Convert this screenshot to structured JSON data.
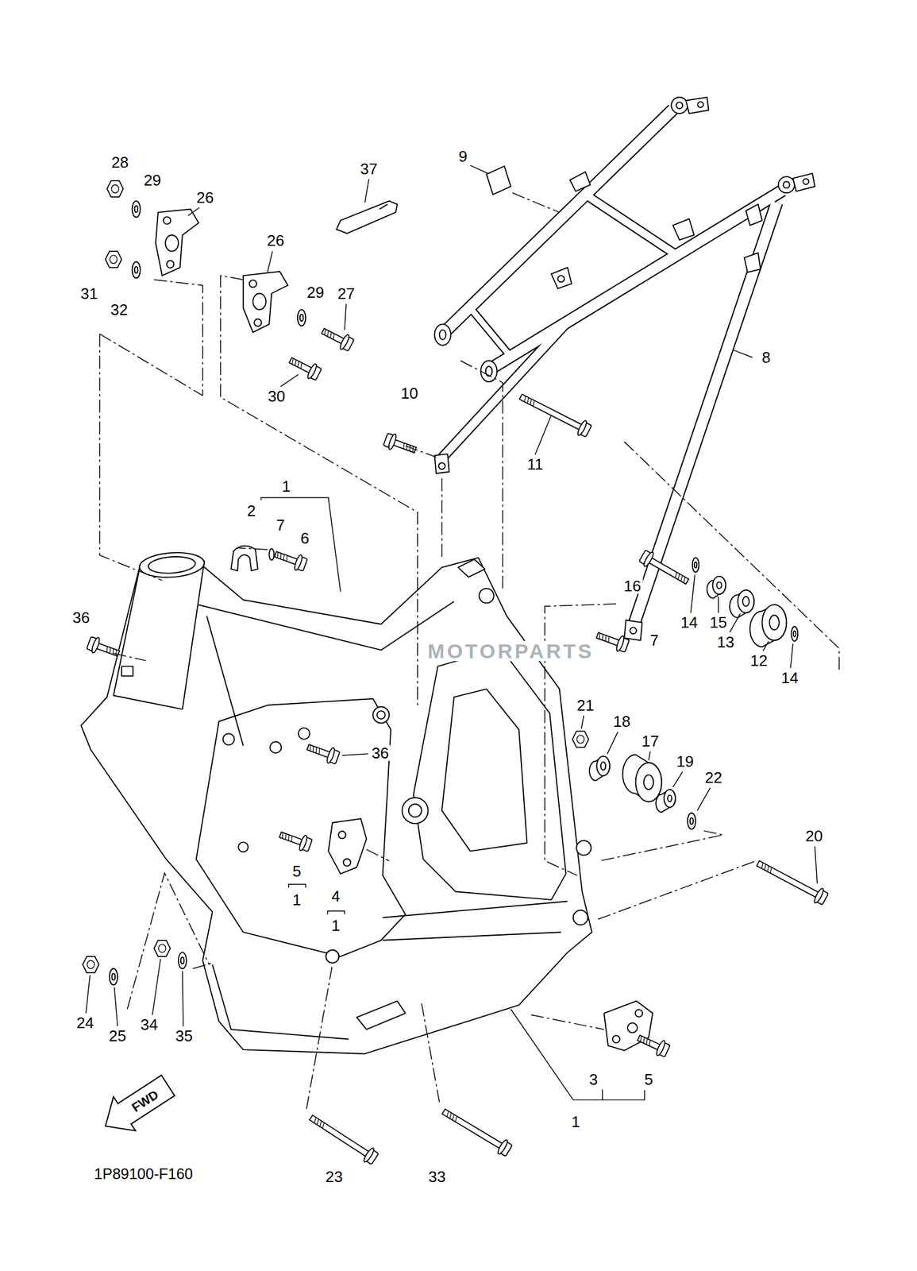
{
  "diagram": {
    "labels": [
      "28",
      "29",
      "26",
      "37",
      "9",
      "26",
      "31",
      "29",
      "27",
      "32",
      "8",
      "10",
      "30",
      "11",
      "1",
      "2",
      "7",
      "6",
      "16",
      "14",
      "15",
      "36",
      "7",
      "13",
      "12",
      "14",
      "MOTORPARTS",
      "21",
      "18",
      "17",
      "36",
      "19",
      "22",
      "20",
      "5",
      "4",
      "1",
      "1",
      "24",
      "34",
      "35",
      "25",
      "3",
      "5",
      "FWD",
      "1",
      "1P89100-F160",
      "23",
      "33"
    ]
  }
}
